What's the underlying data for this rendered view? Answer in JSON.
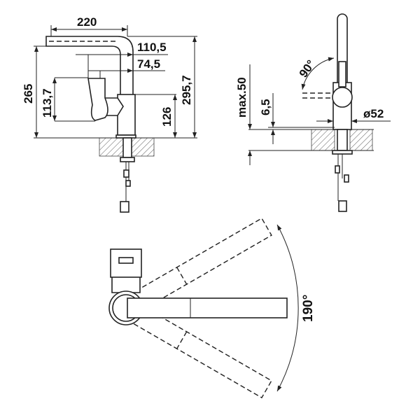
{
  "side_view": {
    "dim_reach": "220",
    "dim_handle_1": "110,5",
    "dim_handle_2": "74,5",
    "dim_spout_height": "265",
    "dim_handle_height": "113,7",
    "dim_body_height": "126",
    "dim_total_height": "295,7"
  },
  "front_view": {
    "dim_max_thickness": "max.50",
    "dim_flange": "6,5",
    "dim_lever_angle": "90°",
    "dim_diameter": "ø52"
  },
  "top_view": {
    "dim_swivel_angle": "190°"
  }
}
